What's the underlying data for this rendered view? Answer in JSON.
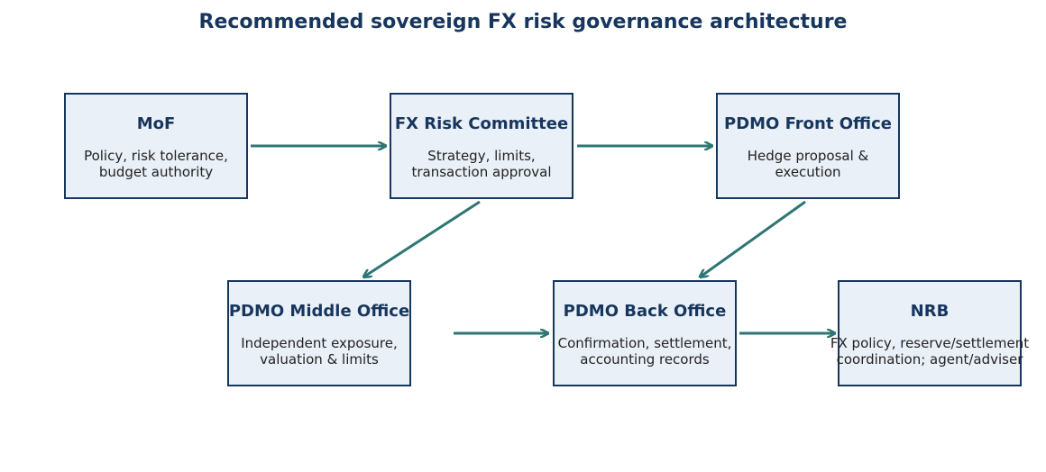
{
  "title": "Recommended sovereign FX risk governance architecture",
  "colors": {
    "box_fill": "#eaf0f8",
    "box_border": "#17365d",
    "arrow": "#2e7674",
    "title": "#17365d"
  },
  "nodes": [
    {
      "id": "mof",
      "title": "MoF",
      "desc": "Policy, risk tolerance,\nbudget authority"
    },
    {
      "id": "frc",
      "title": "FX Risk Committee",
      "desc": "Strategy, limits,\ntransaction approval"
    },
    {
      "id": "front",
      "title": "PDMO Front Office",
      "desc": "Hedge proposal &\nexecution"
    },
    {
      "id": "middle",
      "title": "PDMO Middle Office",
      "desc": "Independent exposure,\nvaluation & limits"
    },
    {
      "id": "back",
      "title": "PDMO Back Office",
      "desc": "Confirmation, settlement,\naccounting records"
    },
    {
      "id": "nrb",
      "title": "NRB",
      "desc": "FX policy, reserve/settlement\ncoordination; agent/adviser"
    }
  ],
  "edges": [
    {
      "from": "mof",
      "to": "frc"
    },
    {
      "from": "frc",
      "to": "front"
    },
    {
      "from": "frc",
      "to": "middle"
    },
    {
      "from": "front",
      "to": "back"
    },
    {
      "from": "middle",
      "to": "back"
    },
    {
      "from": "back",
      "to": "nrb"
    }
  ]
}
